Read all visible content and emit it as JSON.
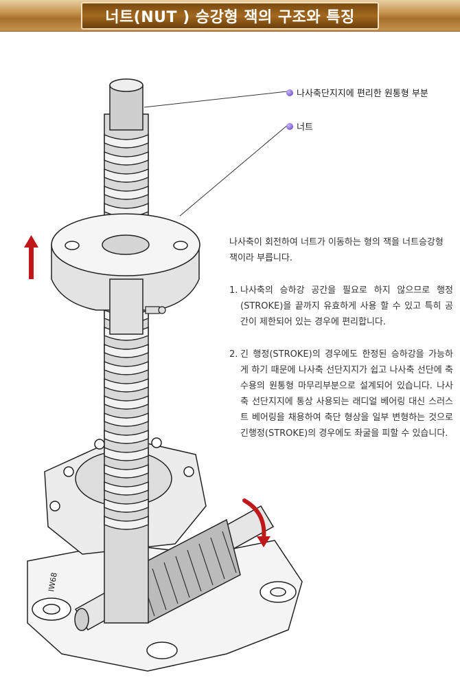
{
  "title": "너트(NUT ) 승강형 잭의 구조와 특징",
  "callouts": {
    "shaft_end": "나사축단지지에 편리한 원통형 부분",
    "nut": "너트"
  },
  "intro": "나사축이 회전하여 너트가 이동하는 형의 잭을 너트승강형 잭이라 부릅니다.",
  "list": [
    {
      "num": "1.",
      "text": "나사축의 승하강 공간을 필요로 하지 않으므로 행정(STROKE)을 끝까지 유효하게 사용 할 수 있고 특히 공간이 제한되어 있는 경우에 편리합니다."
    },
    {
      "num": "2.",
      "text": "긴 행정(STROKE)의 경우에도 한정된 승하강을 가능하게 하기 때문에 나사축 선단지지가 쉽고 나사축 선단에 축수용의 원통형 마무리부분으로 설계되어 있습니다. 나사축 선단지지에 통상 사용되는 래디얼 베어링 대신 스러스트 베어링을 채용하여 축단 형상을 일부 변형하는 것으로 긴행정(STROKE)의 경우에도 좌굴을 피할 수 있습니다."
    }
  ],
  "housing_mark": "IW68",
  "colors": {
    "accent": "#c0171b",
    "bullet": "#5a3ab8",
    "title_bg": "#8a5716"
  }
}
